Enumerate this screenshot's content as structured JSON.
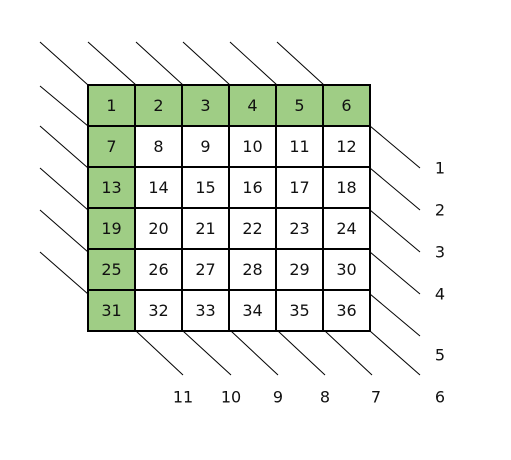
{
  "grid": {
    "rows": 6,
    "cols": 6,
    "cells": [
      1,
      2,
      3,
      4,
      5,
      6,
      7,
      8,
      9,
      10,
      11,
      12,
      13,
      14,
      15,
      16,
      17,
      18,
      19,
      20,
      21,
      22,
      23,
      24,
      25,
      26,
      27,
      28,
      29,
      30,
      31,
      32,
      33,
      34,
      35,
      36
    ],
    "highlighted": [
      1,
      2,
      3,
      4,
      5,
      6,
      7,
      13,
      19,
      25,
      31
    ],
    "highlight_color": "#9fcd85"
  },
  "right_labels": [
    "1",
    "2",
    "3",
    "4",
    "5",
    "6"
  ],
  "bottom_labels": [
    "11",
    "10",
    "9",
    "8",
    "7"
  ]
}
